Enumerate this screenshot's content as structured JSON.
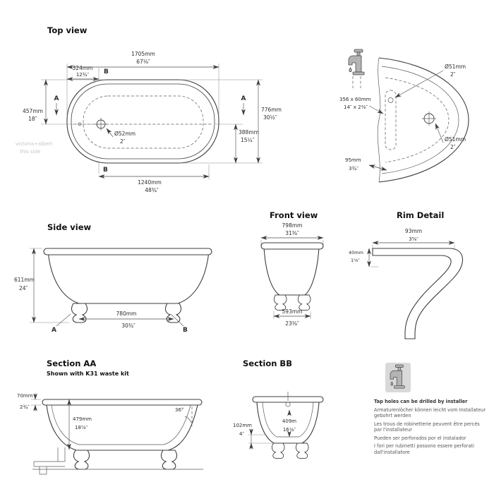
{
  "top_view": {
    "title": "Top view",
    "len_mm": "1705mm",
    "len_in": "67⅛″",
    "offset_mm": "324mm",
    "offset_in": "12¾″",
    "marker_b": "B",
    "marker_b2": "B",
    "marker_a_left": "A",
    "marker_a_right": "A",
    "drain_offset_mm": "457mm",
    "drain_offset_in": "18″",
    "width_mm": "776mm",
    "width_in": "30½″",
    "half_width_mm": "388mm",
    "half_width_in": "15¼″",
    "drain_mm": "Ø52mm",
    "drain_in": "2″",
    "base_mm": "1240mm",
    "base_in": "48¾″",
    "watermark_line1": "victoria+albert",
    "watermark_line2": "this side"
  },
  "tap_detail": {
    "hole_top_mm": "Ø51mm",
    "hole_top_in": "2″",
    "deck_mm": "356 x 60mm",
    "deck_in": "14″ x 2⅜″",
    "hole_bottom_mm": "Ø51mm",
    "hole_bottom_in": "2″",
    "rim_mm": "95mm",
    "rim_in": "3¾″"
  },
  "side_view": {
    "title": "Side view",
    "height_mm": "611mm",
    "height_in": "24″",
    "feet_mm": "780mm",
    "feet_in": "30¾″",
    "marker_a": "A",
    "marker_b": "B"
  },
  "front_view": {
    "title": "Front view",
    "width_mm": "798mm",
    "width_in": "31⅜″",
    "feet_mm": "593mm",
    "feet_in": "23⅜″"
  },
  "rim_detail": {
    "title": "Rim Detail",
    "width_mm": "93mm",
    "width_in": "3⅝″",
    "height_mm": "40mm",
    "height_in": "1⅝″"
  },
  "section_aa": {
    "title": "Section AA",
    "subtitle": "Shown with K31 waste kit",
    "rim_mm": "70mm",
    "rim_in": "2¾″",
    "depth_mm": "479mm",
    "depth_in": "18⅞″",
    "angle": "36°"
  },
  "section_bb": {
    "title": "Section BB",
    "clearance_mm": "102mm",
    "clearance_in": "4″",
    "depth_mm": "409m",
    "depth_in": "16⅛″"
  },
  "notes": {
    "en": "Tap holes can be drilled by installer",
    "de": "Armaturenlöcher können leicht vom Installateur gebohrt werden",
    "fr": "Les trous de robinetterie peuvent être percés par l'installateur",
    "es": "Pueden ser perforados por el instalador",
    "it": "I fori per rubinetti possono essere perforati dall'installatore"
  }
}
